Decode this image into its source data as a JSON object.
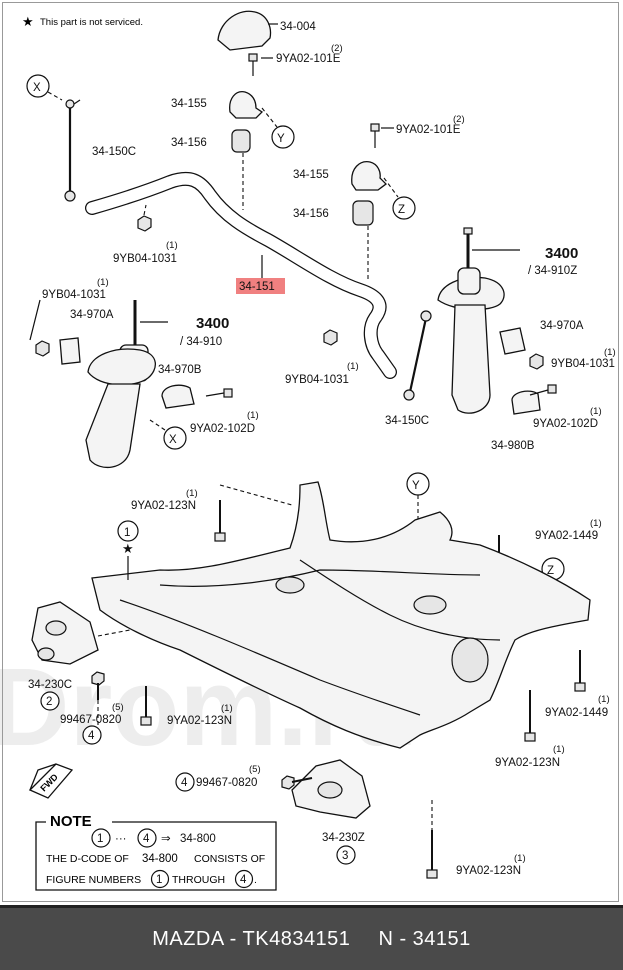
{
  "notice": {
    "star": "★",
    "text": "This part is not serviced."
  },
  "labels": {
    "p34_004": "34-004",
    "p9ya02_101e_a": "9YA02-101E",
    "q2a": "(2)",
    "p34_155_a": "34-155",
    "p34_156_a": "34-156",
    "y1": "Y",
    "x1": "X",
    "p34_150c_a": "34-150C",
    "p9yb04_1031_a": "9YB04-1031",
    "q1a": "(1)",
    "p9ya02_101e_b": "9YA02-101E",
    "q2b": "(2)",
    "p34_155_b": "34-155",
    "p34_156_b": "34-156",
    "z1": "Z",
    "p3400_a": "3400",
    "p34_910z": "/ 34-910Z",
    "p34_151": "34-151",
    "p9yb04_1031_b": "9YB04-1031",
    "q1b": "(1)",
    "p34_970a_a": "34-970A",
    "p3400_b": "3400",
    "p34_910": "/ 34-910",
    "p34_970b": "34-970B",
    "p9ya02_102d_a": "9YA02-102D",
    "q1c": "(1)",
    "x2": "X",
    "p9yb04_1031_c": "9YB04-1031",
    "q1d": "(1)",
    "p34_150c_b": "34-150C",
    "p34_970a_b": "34-970A",
    "p9yb04_1031_d": "9YB04-1031",
    "q1e": "(1)",
    "p9ya02_102d_b": "9YA02-102D",
    "q1f": "(1)",
    "p34_980b": "34-980B",
    "p9ya02_123n_a": "9YA02-123N",
    "q1g": "(1)",
    "y2": "Y",
    "p9ya02_1449_a": "9YA02-1449",
    "q1h": "(1)",
    "n1": "1",
    "star2": "★",
    "z2": "Z",
    "p34_230c": "34-230C",
    "n2": "2",
    "p99467_0820_a": "99467-0820",
    "q5a": "(5)",
    "n4a": "4",
    "p9ya02_123n_b": "9YA02-123N",
    "q1i": "(1)",
    "p9ya02_1449_b": "9YA02-1449",
    "q1j": "(1)",
    "p9ya02_123n_c": "9YA02-123N",
    "q1k": "(1)",
    "fwd": "FWD",
    "n4b": "4",
    "p99467_0820_b": "99467-0820",
    "q5b": "(5)",
    "p34_230z": "34-230Z",
    "n3": "3",
    "p9ya02_123n_d": "9YA02-123N",
    "q1l": "(1)"
  },
  "note": {
    "title": "NOTE",
    "n1": "1",
    "dots": "···",
    "n4": "4",
    "arrow": "⇒",
    "code": "34-800",
    "line2_a": "THE D-CODE OF",
    "line2_b": "34-800",
    "line2_c": "CONSISTS OF",
    "line3_a": "FIGURE NUMBERS",
    "line3_n1": "1",
    "line3_b": "THROUGH",
    "line3_n4": "4",
    "line3_c": "."
  },
  "highlight_color": "#f08080",
  "watermark": "Drom.ru",
  "footer": {
    "brand": "MAZDA - TK4834151",
    "code": "N - 34151"
  }
}
